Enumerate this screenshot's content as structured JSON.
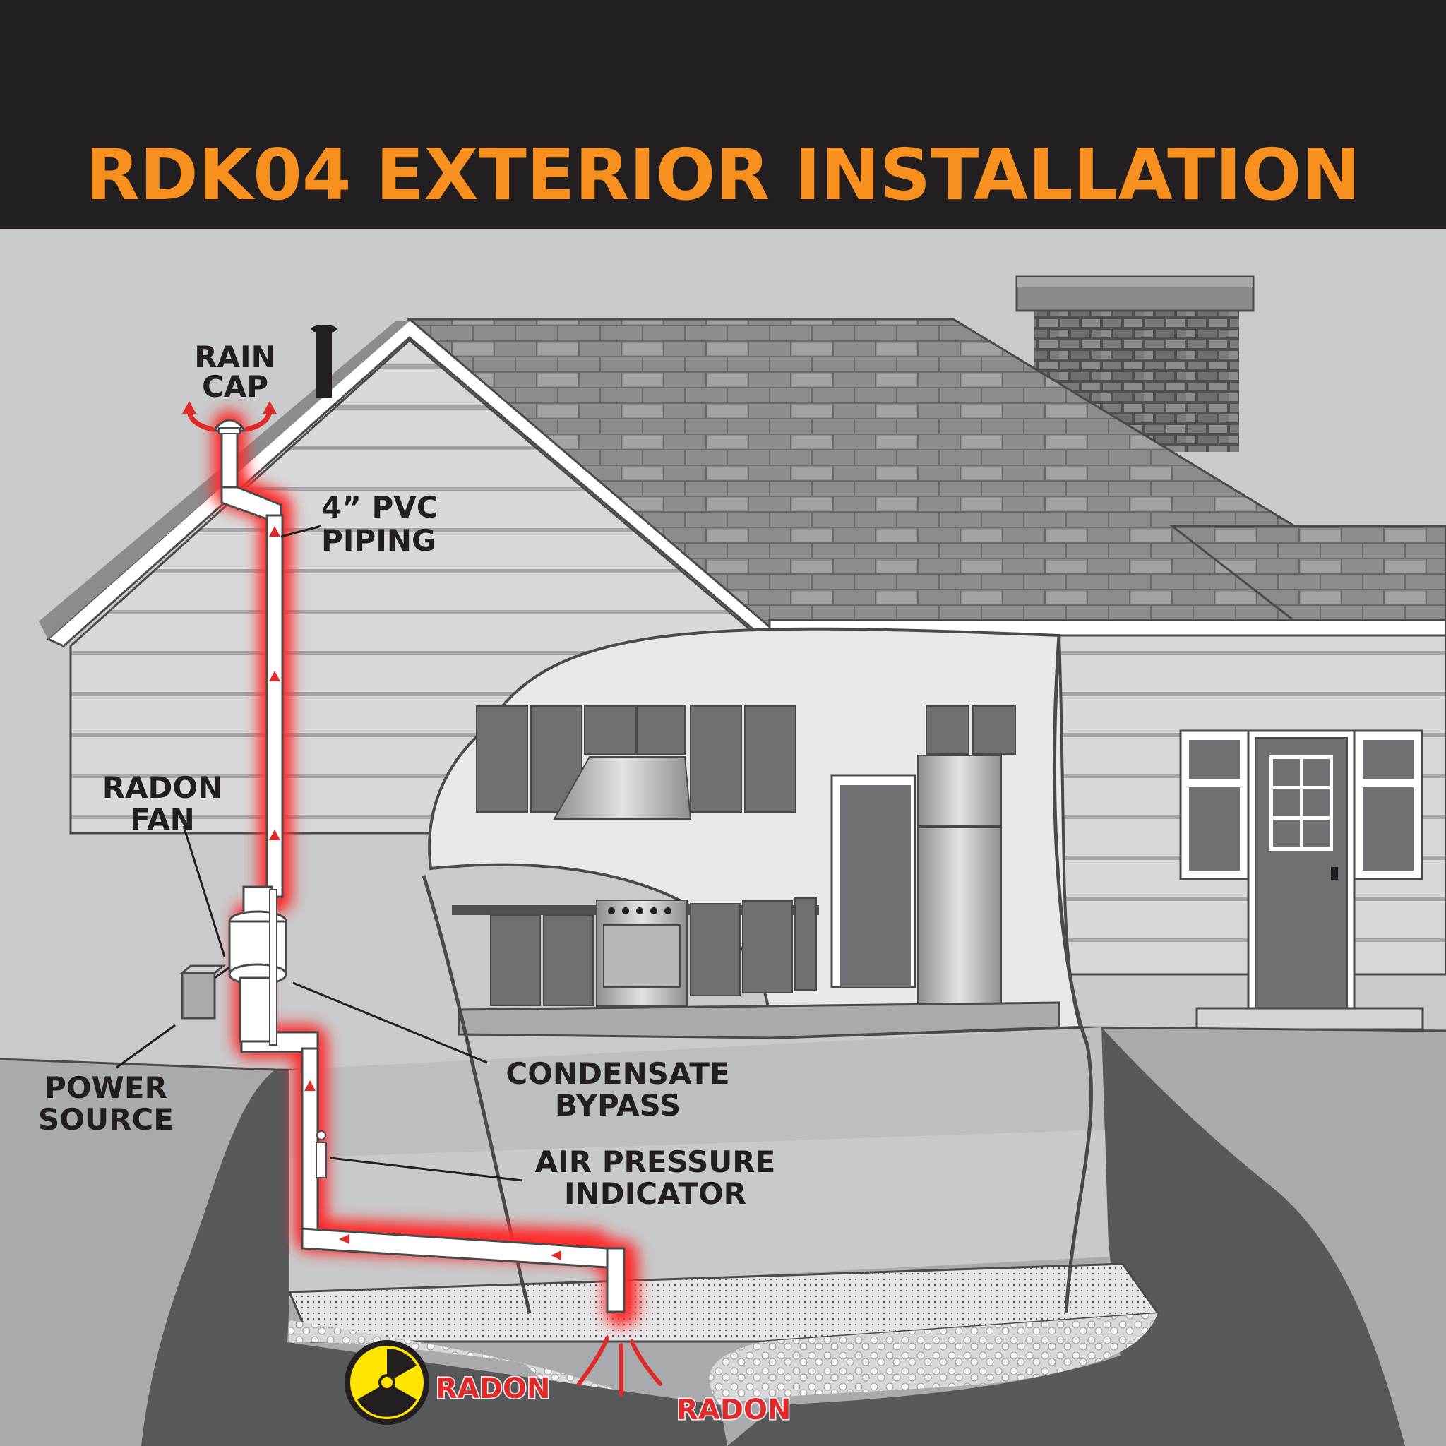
{
  "header": {
    "title": "RDK04 EXTERIOR INSTALLATION",
    "background": "#231f20",
    "title_color": "#f7901e"
  },
  "labels": {
    "rain_cap": [
      "RAIN",
      "CAP"
    ],
    "pvc_piping": [
      "4” PVC",
      "PIPING"
    ],
    "radon_fan": [
      "RADON",
      "FAN"
    ],
    "power_source": [
      "POWER",
      "SOURCE"
    ],
    "condensate_bypass": [
      "CONDENSATE",
      "BYPASS"
    ],
    "air_pressure_indicator": [
      "AIR PRESSURE",
      "INDICATOR"
    ],
    "radon_left": "RADON",
    "radon_right": "RADON",
    "radon_symbol": "Rn"
  },
  "colors": {
    "sky": "#c9cacc",
    "siding": "#d6d6d8",
    "roof": "#8c8c8f",
    "chimney": "#6f7073",
    "ground": "#a9aaad",
    "soil_dark": "#58595b",
    "pipe": "#ffffff",
    "glow": "#ff2a2a",
    "arrow": "#e02a2a",
    "radon_yellow": "#ffe500"
  }
}
